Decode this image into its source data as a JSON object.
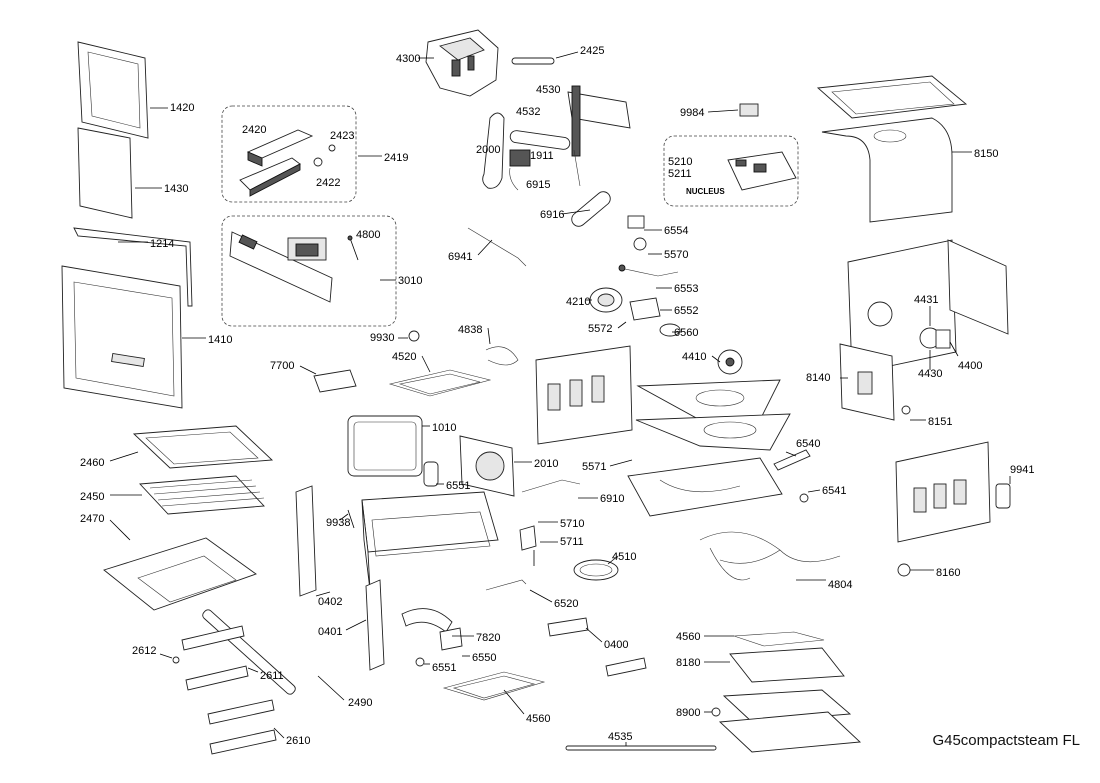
{
  "model": "G45compactsteam FL",
  "group_labels": {
    "nucleus": "NUCLEUS"
  },
  "callouts": [
    {
      "id": "c1420",
      "text": "1420"
    },
    {
      "id": "c1430",
      "text": "1430"
    },
    {
      "id": "c1214",
      "text": "1214"
    },
    {
      "id": "c1410",
      "text": "1410"
    },
    {
      "id": "c2420",
      "text": "2420"
    },
    {
      "id": "c2423",
      "text": "2423"
    },
    {
      "id": "c2422",
      "text": "2422"
    },
    {
      "id": "c2419",
      "text": "2419"
    },
    {
      "id": "c4800",
      "text": "4800"
    },
    {
      "id": "c3010",
      "text": "3010"
    },
    {
      "id": "c4300",
      "text": "4300"
    },
    {
      "id": "c2425",
      "text": "2425"
    },
    {
      "id": "c4530",
      "text": "4530"
    },
    {
      "id": "c4532",
      "text": "4532"
    },
    {
      "id": "c2000",
      "text": "2000"
    },
    {
      "id": "c1911",
      "text": "1911"
    },
    {
      "id": "c6915",
      "text": "6915"
    },
    {
      "id": "c6916",
      "text": "6916"
    },
    {
      "id": "c6941",
      "text": "6941"
    },
    {
      "id": "c9984",
      "text": "9984"
    },
    {
      "id": "c5210",
      "text": "5210"
    },
    {
      "id": "c5211",
      "text": "5211"
    },
    {
      "id": "c8150",
      "text": "8150"
    },
    {
      "id": "c6554",
      "text": "6554"
    },
    {
      "id": "c5570",
      "text": "5570"
    },
    {
      "id": "c6553",
      "text": "6553"
    },
    {
      "id": "c4210",
      "text": "4210"
    },
    {
      "id": "c6552",
      "text": "6552"
    },
    {
      "id": "c5572",
      "text": "5572"
    },
    {
      "id": "c6560",
      "text": "6560"
    },
    {
      "id": "c4410",
      "text": "4410"
    },
    {
      "id": "c4838",
      "text": "4838"
    },
    {
      "id": "c9930",
      "text": "9930"
    },
    {
      "id": "c4520",
      "text": "4520"
    },
    {
      "id": "c7700",
      "text": "7700"
    },
    {
      "id": "c1010",
      "text": "1010"
    },
    {
      "id": "c2010",
      "text": "2010"
    },
    {
      "id": "c6551a",
      "text": "6551"
    },
    {
      "id": "c5571",
      "text": "5571"
    },
    {
      "id": "c6910",
      "text": "6910"
    },
    {
      "id": "c6540",
      "text": "6540"
    },
    {
      "id": "c6541",
      "text": "6541"
    },
    {
      "id": "c4431",
      "text": "4431"
    },
    {
      "id": "c4430",
      "text": "4430"
    },
    {
      "id": "c4400",
      "text": "4400"
    },
    {
      "id": "c8140",
      "text": "8140"
    },
    {
      "id": "c8151",
      "text": "8151"
    },
    {
      "id": "c9941",
      "text": "9941"
    },
    {
      "id": "c8160",
      "text": "8160"
    },
    {
      "id": "c2460",
      "text": "2460"
    },
    {
      "id": "c2450",
      "text": "2450"
    },
    {
      "id": "c2470",
      "text": "2470"
    },
    {
      "id": "c9938",
      "text": "9938"
    },
    {
      "id": "c5710",
      "text": "5710"
    },
    {
      "id": "c5711",
      "text": "5711"
    },
    {
      "id": "c4510",
      "text": "4510"
    },
    {
      "id": "c4804",
      "text": "4804"
    },
    {
      "id": "c0402",
      "text": "0402"
    },
    {
      "id": "c6520",
      "text": "6520"
    },
    {
      "id": "c0401",
      "text": "0401"
    },
    {
      "id": "c7820",
      "text": "7820"
    },
    {
      "id": "c6550",
      "text": "6550"
    },
    {
      "id": "c6551b",
      "text": "6551"
    },
    {
      "id": "c0400",
      "text": "0400"
    },
    {
      "id": "c4560a",
      "text": "4560"
    },
    {
      "id": "c8180",
      "text": "8180"
    },
    {
      "id": "c2612",
      "text": "2612"
    },
    {
      "id": "c2611",
      "text": "2611"
    },
    {
      "id": "c2490",
      "text": "2490"
    },
    {
      "id": "c4560b",
      "text": "4560"
    },
    {
      "id": "c8900",
      "text": "8900"
    },
    {
      "id": "c4535",
      "text": "4535"
    },
    {
      "id": "c2610",
      "text": "2610"
    }
  ]
}
